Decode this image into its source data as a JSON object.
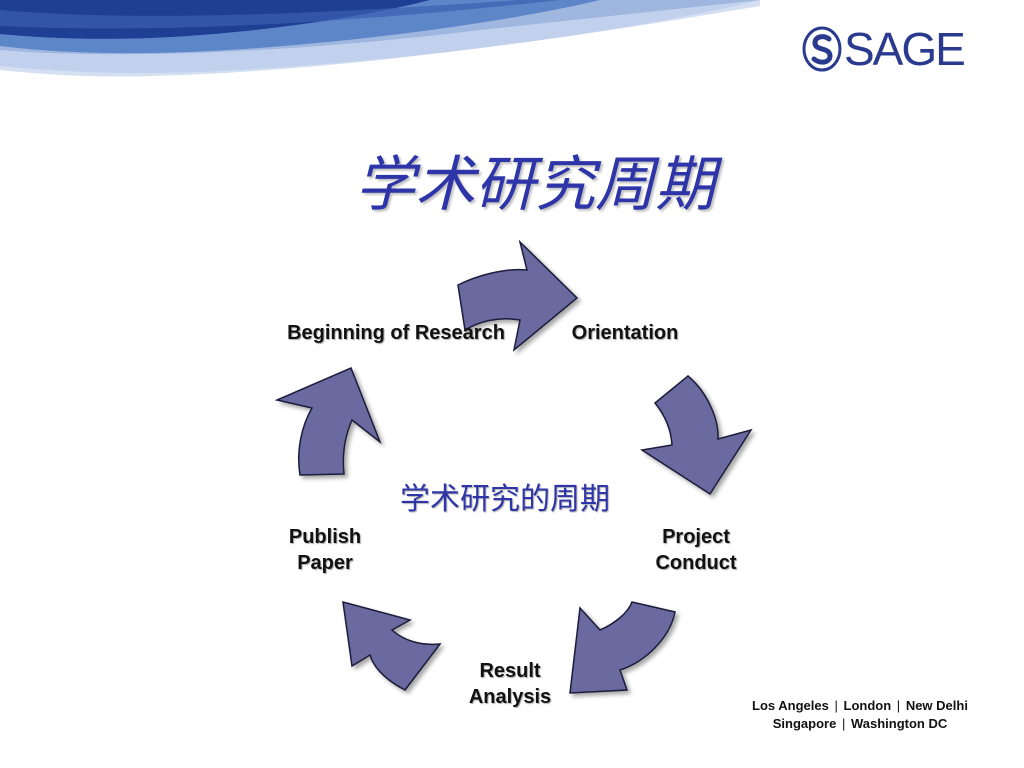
{
  "header": {
    "logo_text": "SAGE",
    "logo_mark_icon": "sage-s-circle-icon"
  },
  "title": "学术研究周期",
  "cycle": {
    "center_label": "学术研究的周期",
    "steps": [
      {
        "label": "Beginning of Research"
      },
      {
        "label": "Orientation"
      },
      {
        "label_line1": "Project",
        "label_line2": "Conduct"
      },
      {
        "label_line1": "Result",
        "label_line2": "Analysis"
      },
      {
        "label_line1": "Publish",
        "label_line2": "Paper"
      }
    ],
    "arrow_color": "#6b6aa0",
    "arrow_outline": "#1a1a3a"
  },
  "footer": {
    "cities_line1": [
      "Los Angeles",
      "London",
      "New Delhi"
    ],
    "cities_line2": [
      "Singapore",
      "Washington DC"
    ],
    "separator": "|"
  }
}
